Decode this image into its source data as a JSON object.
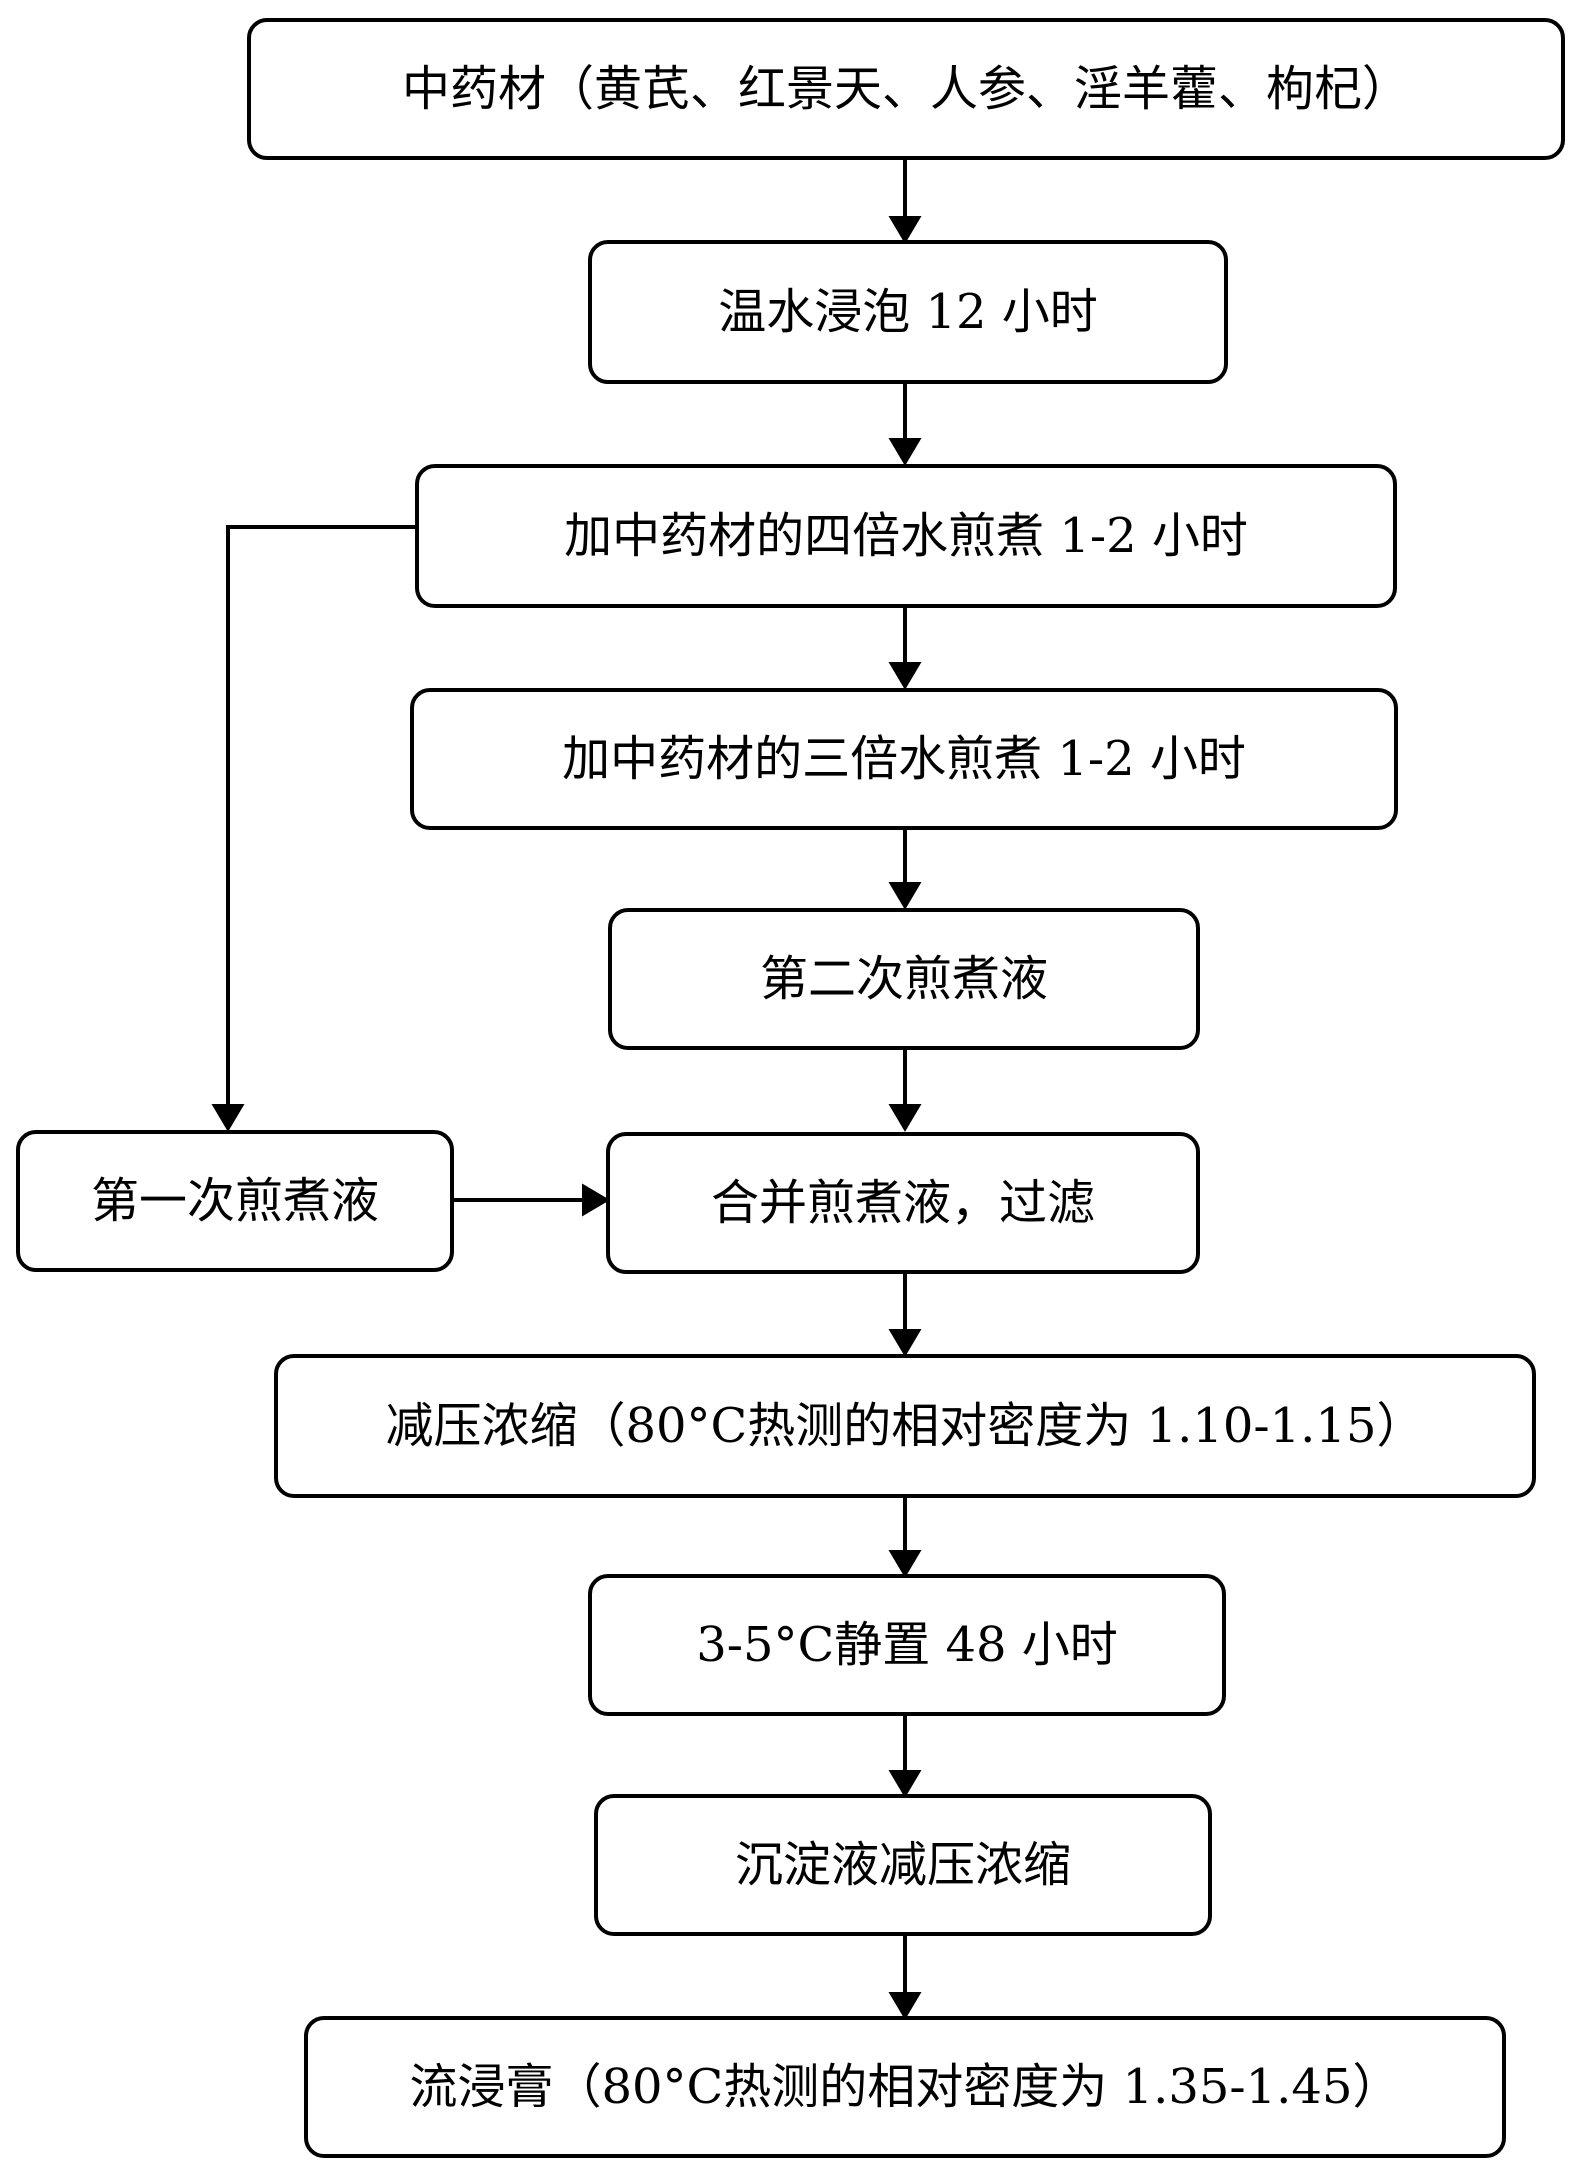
{
  "flowchart": {
    "steps": {
      "raw_materials": "中药材（黄芪、红景天、人参、淫羊藿、枸杞）",
      "soak": "温水浸泡 12 小时",
      "decoct_first": "加中药材的四倍水煎煮 1-2 小时",
      "decoct_second": "加中药材的三倍水煎煮 1-2 小时",
      "second_decoction": "第二次煎煮液",
      "first_decoction": "第一次煎煮液",
      "combine_filter": "合并煎煮液，过滤",
      "concentrate": "减压浓缩（80°C热测的相对密度为 1.10-1.15）",
      "rest": "3-5°C静置 48 小时",
      "sediment_concentrate": "沉淀液减压浓缩",
      "extract": "流浸膏（80°C热测的相对密度为 1.35-1.45）"
    }
  }
}
